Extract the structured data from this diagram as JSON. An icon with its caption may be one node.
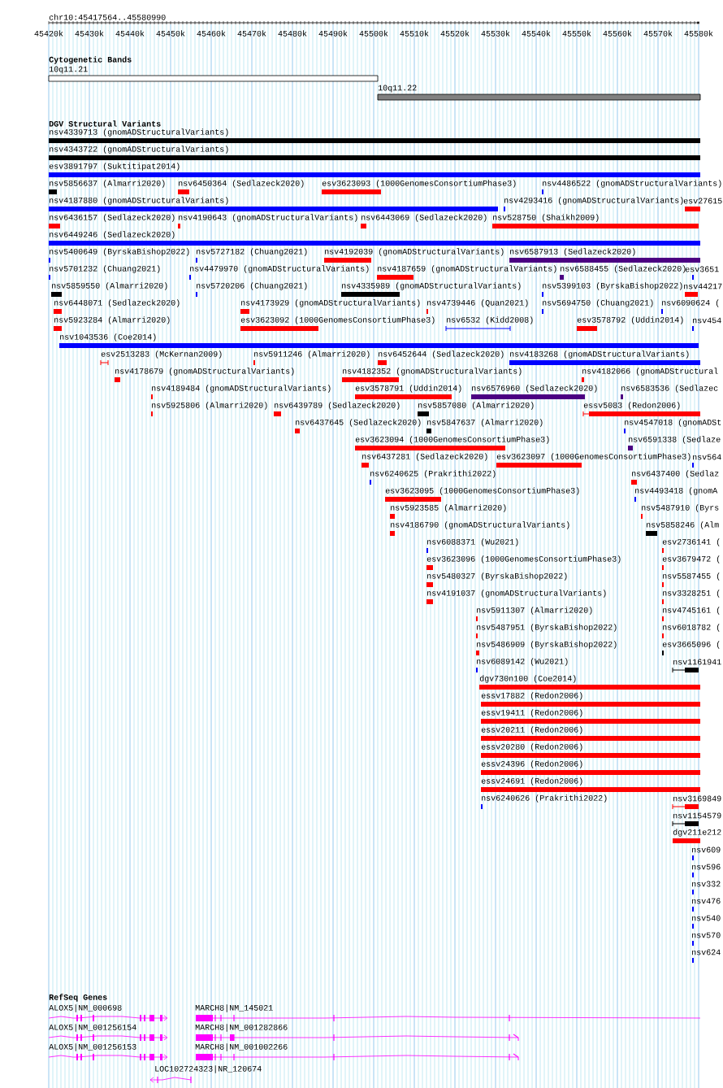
{
  "diagram": {
    "labels": [
      "chr10:45417564..45580990",
      "45420k",
      "45430k",
      "45440k",
      "45450k",
      "45460k",
      "45470k",
      "45480k",
      "45490k",
      "45500k",
      "45510k",
      "45520k",
      "45530k",
      "45540k",
      "45550k",
      "45560k",
      "45570k",
      "45580k",
      "Cytogenetic Bands",
      "10q11.21",
      "10q11.22",
      "DGV Structural Variants",
      "nsv4339713 (gnomADStructuralVariants)",
      "nsv4343722 (gnomADStructuralVariants)",
      "esv3891797 (Suktitipat2014)",
      "nsv5856637 (Almarri2020)",
      "nsv6450364 (Sedlazeck2020)",
      "esv3623093 (1000GenomesConsortiumPhase3)",
      "nsv4486522 (gnomADStructuralVariants)",
      "nsv4187880 (gnomADStructuralVariants)",
      "nsv4293416 (gnomADStructuralVariants)",
      "esv27615",
      "nsv6436157 (Sedlazeck2020)",
      "nsv4190643 (gnomADStructuralVariants)",
      "nsv6443069 (Sedlazeck2020)",
      "nsv528750 (Shaikh2009)",
      "nsv6449246 (Sedlazeck2020)",
      "nsv5400649 (ByrskaBishop2022)",
      "nsv5727182 (Chuang2021)",
      "nsv4192039 (gnomADStructuralVariants)",
      "nsv6587913 (Sedlazeck2020)",
      "nsv5701232 (Chuang2021)",
      "nsv4479970 (gnomADStructuralVariants)",
      "nsv4187659 (gnomADStructuralVariants)",
      "nsv6588455 (Sedlazeck2020)",
      "esv3651",
      "nsv5859550 (Almarri2020)",
      "nsv5720206 (Chuang2021)",
      "nsv4335989 (gnomADStructuralVariants)",
      "nsv5399103 (ByrskaBishop2022)",
      "nsv44217",
      "nsv6448071 (Sedlazeck2020)",
      "nsv4173929 (gnomADStructuralVariants)",
      "nsv4739446 (Quan2021)",
      "nsv5694750 (Chuang2021)",
      "nsv6090624 (",
      "nsv5923284 (Almarri2020)",
      "esv3623092 (1000GenomesConsortiumPhase3)",
      "nsv6532 (Kidd2008)",
      "esv3578792 (Uddin2014)",
      "nsv454",
      "nsv1043536 (Coe2014)",
      "esv2513283 (McKernan2009)",
      "nsv5911246 (Almarri2020)",
      "nsv6452644 (Sedlazeck2020)",
      "nsv4183268 (gnomADStructuralVariants)",
      "nsv4178679 (gnomADStructuralVariants)",
      "nsv4182352 (gnomADStructuralVariants)",
      "nsv4182066 (gnomADStructural",
      "nsv4189484 (gnomADStructuralVariants)",
      "esv3578791 (Uddin2014)",
      "nsv6576960 (Sedlazeck2020)",
      "nsv6583536 (Sedlazec",
      "nsv5925806 (Almarri2020)",
      "nsv6439789 (Sedlazeck2020)",
      "nsv5857080 (Almarri2020)",
      "essv5083 (Redon2006)",
      "nsv6437645 (Sedlazeck2020)",
      "nsv5847637 (Almarri2020)",
      "nsv4547018 (gnomADSt",
      "esv3623094 (1000GenomesConsortiumPhase3)",
      "nsv6591338 (Sedlaze",
      "nsv6437281 (Sedlazeck2020)",
      "esv3623097 (1000GenomesConsortiumPhase3)",
      "nsv564",
      "nsv6240625 (Prakrithi2022)",
      "nsv6437400 (Sedlaz",
      "esv3623095 (1000GenomesConsortiumPhase3)",
      "nsv4493418 (gnomA",
      "nsv5923585 (Almarri2020)",
      "nsv5487910 (Byrs",
      "nsv4186790 (gnomADStructuralVariants)",
      "nsv5858246 (Alm",
      "nsv6088371 (Wu2021)",
      "esv2736141 (",
      "esv3623096 (1000GenomesConsortiumPhase3)",
      "esv3679472 (",
      "nsv5480327 (ByrskaBishop2022)",
      "nsv5587455 (",
      "nsv4191037 (gnomADStructuralVariants)",
      "nsv3328251 (",
      "nsv5911307 (Almarri2020)",
      "nsv4745161 (",
      "nsv5487951 (ByrskaBishop2022)",
      "nsv6018782 (",
      "nsv5486909 (ByrskaBishop2022)",
      "esv3665096 (",
      "nsv6089142 (Wu2021)",
      "nsv1161941",
      "dgv730n100 (Coe2014)",
      "essv17882 (Redon2006)",
      "essv19411 (Redon2006)",
      "essv20211 (Redon2006)",
      "essv20280 (Redon2006)",
      "essv24396 (Redon2006)",
      "essv24691 (Redon2006)",
      "nsv6240626 (Prakrithi2022)",
      "nsv3169849",
      "nsv1154579",
      "dgv211e212",
      "nsv609",
      "nsv596",
      "nsv332",
      "nsv476",
      "nsv540",
      "nsv570",
      "nsv624",
      "RefSeq Genes",
      "ALOX5|NM_000698",
      "MARCH8|NM_145021",
      "ALOX5|NM_001256154",
      "MARCH8|NM_001282866",
      "ALOX5|NM_001256153",
      "MARCH8|NM_001002266",
      "LOC102724323|NR_120674"
    ]
  }
}
